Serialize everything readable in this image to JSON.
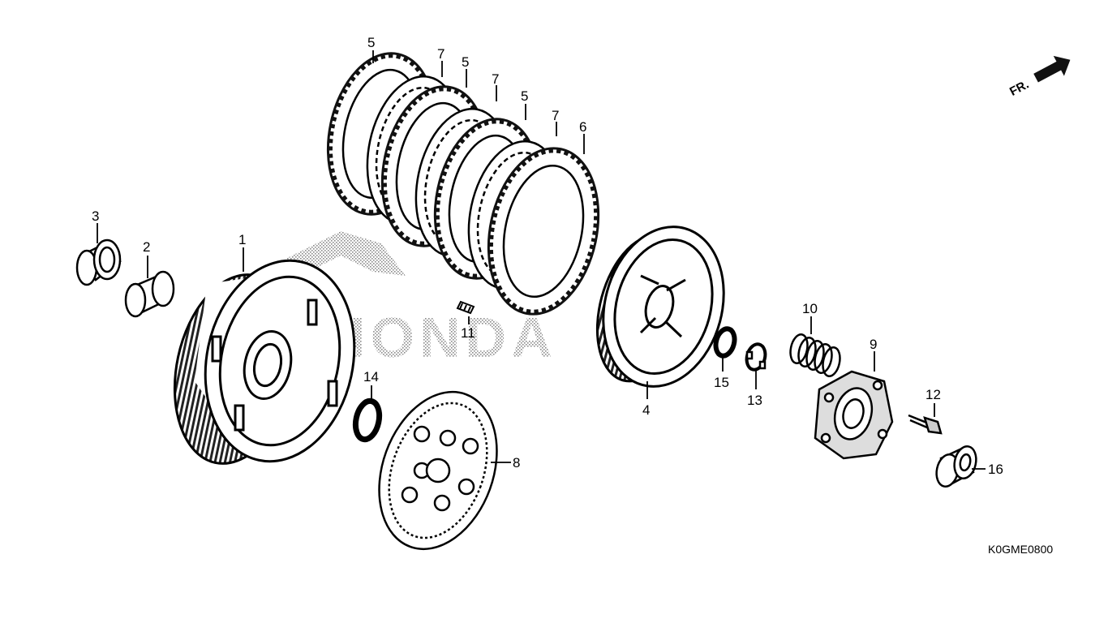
{
  "callouts": {
    "p1": "1",
    "p2": "2",
    "p3": "3",
    "p4": "4",
    "p5a": "5",
    "p5b": "5",
    "p5c": "5",
    "p6": "6",
    "p7a": "7",
    "p7b": "7",
    "p7c": "7",
    "p8": "8",
    "p9": "9",
    "p10": "10",
    "p11": "11",
    "p12": "12",
    "p13": "13",
    "p14": "14",
    "p15": "15",
    "p16": "16"
  },
  "direction_label": "FR.",
  "diagram_code": "K0GME0800",
  "watermark": "HONDA"
}
